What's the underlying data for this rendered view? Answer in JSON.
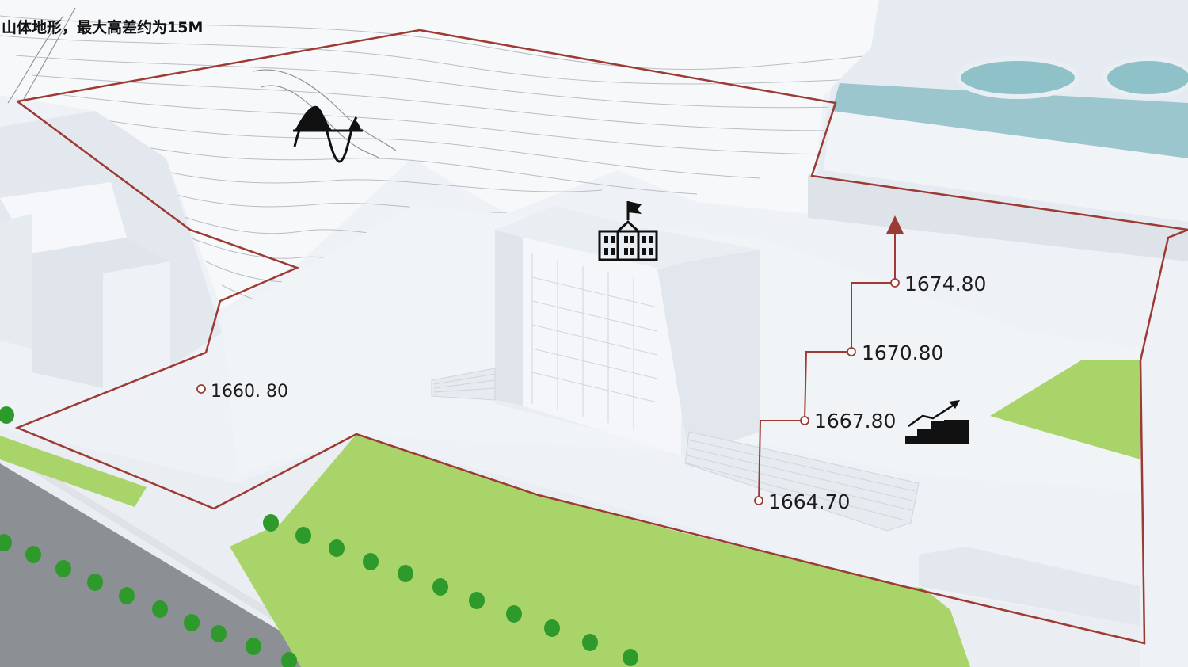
{
  "caption": "山体地形，最大高差约为15M",
  "elevations": {
    "e1660": "1660. 80",
    "e1664": "1664.70",
    "e1667": "1667.80",
    "e1670": "1670.80",
    "e1674": "1674.80"
  },
  "icons": [
    "terrain-wave-icon",
    "school-building-icon",
    "stairs-growth-icon",
    "up-arrow-icon"
  ],
  "colors": {
    "boundary": "#9e3a34",
    "lawn": "#a8d46a",
    "tree": "#2f9a2c",
    "road": "#8c8f94",
    "pool": "#8fc1c9"
  }
}
